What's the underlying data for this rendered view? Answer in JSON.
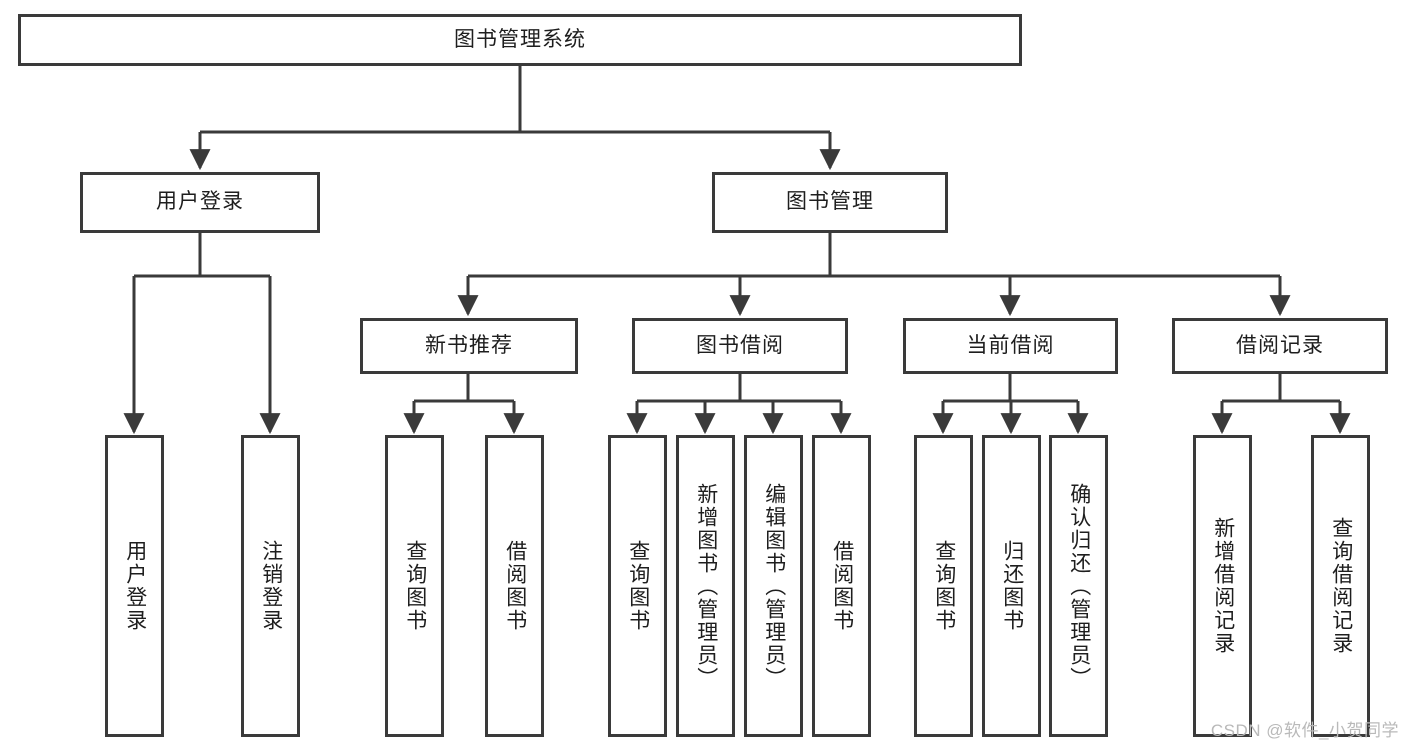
{
  "diagram": {
    "type": "tree-hierarchy",
    "title": "图书管理系统",
    "colors": {
      "box_border": "#3a3a3a",
      "box_fill": "#ffffff",
      "connector": "#3a3a3a",
      "text": "#1e1e1e",
      "watermark": "#b9b9b9"
    },
    "levels": {
      "root": {
        "label": "图书管理系统"
      },
      "level2": [
        {
          "id": "user-login",
          "label": "用户登录"
        },
        {
          "id": "book-management",
          "label": "图书管理"
        }
      ],
      "level3": [
        {
          "id": "new-book-recommend",
          "label": "新书推荐"
        },
        {
          "id": "book-borrow",
          "label": "图书借阅"
        },
        {
          "id": "current-borrow",
          "label": "当前借阅"
        },
        {
          "id": "borrow-record",
          "label": "借阅记录"
        }
      ],
      "leaves": {
        "user_login": [
          {
            "id": "leaf-user-login",
            "label": "用户登录"
          },
          {
            "id": "leaf-logout-login",
            "label": "注销登录"
          }
        ],
        "new_book_recommend": [
          {
            "id": "leaf-query-book-1",
            "label": "查询图书"
          },
          {
            "id": "leaf-borrow-book-1",
            "label": "借阅图书"
          }
        ],
        "book_borrow": [
          {
            "id": "leaf-query-book-2",
            "label": "查询图书"
          },
          {
            "id": "leaf-add-book-admin",
            "label": "新增图书（管理员）"
          },
          {
            "id": "leaf-edit-book-admin",
            "label": "编辑图书（管理员）"
          },
          {
            "id": "leaf-borrow-book-2",
            "label": "借阅图书"
          }
        ],
        "current_borrow": [
          {
            "id": "leaf-query-book-3",
            "label": "查询图书"
          },
          {
            "id": "leaf-return-book",
            "label": "归还图书"
          },
          {
            "id": "leaf-confirm-return-admin",
            "label": "确认归还（管理员）"
          }
        ],
        "borrow_record": [
          {
            "id": "leaf-add-borrow-record",
            "label": "新增借阅记录"
          },
          {
            "id": "leaf-query-borrow-record",
            "label": "查询借阅记录"
          }
        ]
      }
    },
    "watermark": "CSDN @软件_小贺同学"
  }
}
